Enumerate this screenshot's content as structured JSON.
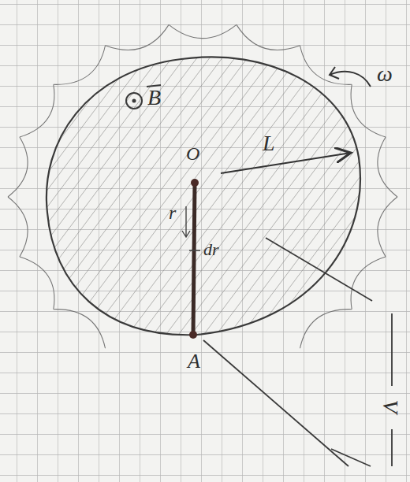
{
  "diagram": {
    "labels": [
      "B",
      "O",
      "L",
      "ω",
      "r",
      "dr",
      "A",
      "V"
    ]
  }
}
